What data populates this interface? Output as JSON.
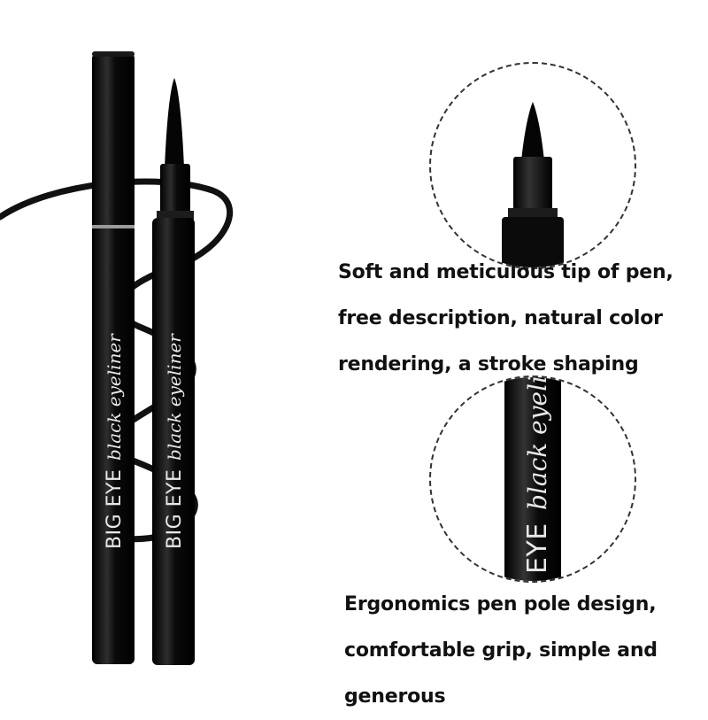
{
  "pens": {
    "brand": "BIG EYE",
    "product_script": "black eyeliner"
  },
  "detail_tip": {
    "caption_lines": [
      "Soft and meticulous tip of pen,",
      "free description, natural color",
      "rendering, a stroke shaping"
    ]
  },
  "detail_barrel": {
    "label_brand_fragment": "EYE",
    "label_script_fragment": "black eyeli",
    "caption_lines": [
      "Ergonomics pen pole design,",
      "comfortable grip, simple and",
      "generous"
    ]
  },
  "colors": {
    "pen_body": "#0b0b0b",
    "pen_highlight": "#3a3a3a",
    "label_text": "#e8e8e8",
    "caption_text": "#111111"
  }
}
